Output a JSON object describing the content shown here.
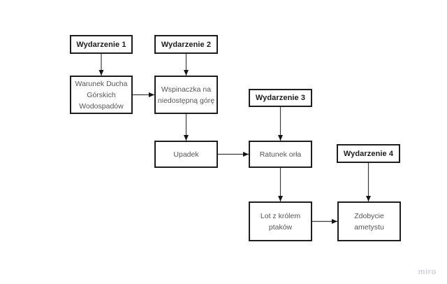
{
  "watermark": "miro",
  "colors": {
    "canvas_bg": "#ffffff",
    "box_border": "#1e1e1e",
    "event_text": "#1c1c1c",
    "step_text": "#565656",
    "arrow": "#3c3c3c",
    "arrowhead": "#141414",
    "watermark": "#d0d0d8"
  },
  "diagram": {
    "nodes": [
      {
        "id": "wydarzenie-1",
        "type": "event",
        "label": "Wydarzenie 1"
      },
      {
        "id": "wydarzenie-2",
        "type": "event",
        "label": "Wydarzenie 2"
      },
      {
        "id": "warunek-ducha",
        "type": "step",
        "label": "Warunek Ducha\nGórskich\nWodospadów"
      },
      {
        "id": "wspinaczka",
        "type": "step",
        "label": "Wspinaczka na\nniedostępną górę"
      },
      {
        "id": "upadek",
        "type": "step",
        "label": "Upadek"
      },
      {
        "id": "wydarzenie-3",
        "type": "event",
        "label": "Wydarzenie 3"
      },
      {
        "id": "ratunek-orla",
        "type": "step",
        "label": "Ratunek orła"
      },
      {
        "id": "wydarzenie-4",
        "type": "event",
        "label": "Wydarzenie 4"
      },
      {
        "id": "lot-z-krolem",
        "type": "step",
        "label": "Lot z królem\nptaków"
      },
      {
        "id": "zdobycie-ametystu",
        "type": "step",
        "label": "Zdobycie\nametystu"
      }
    ],
    "edges": [
      {
        "from": "wydarzenie-1",
        "to": "warunek-ducha"
      },
      {
        "from": "wydarzenie-2",
        "to": "wspinaczka"
      },
      {
        "from": "warunek-ducha",
        "to": "wspinaczka"
      },
      {
        "from": "wspinaczka",
        "to": "upadek"
      },
      {
        "from": "upadek",
        "to": "ratunek-orla"
      },
      {
        "from": "wydarzenie-3",
        "to": "ratunek-orla"
      },
      {
        "from": "ratunek-orla",
        "to": "lot-z-krolem"
      },
      {
        "from": "wydarzenie-4",
        "to": "zdobycie-ametystu"
      },
      {
        "from": "lot-z-krolem",
        "to": "zdobycie-ametystu"
      }
    ]
  }
}
